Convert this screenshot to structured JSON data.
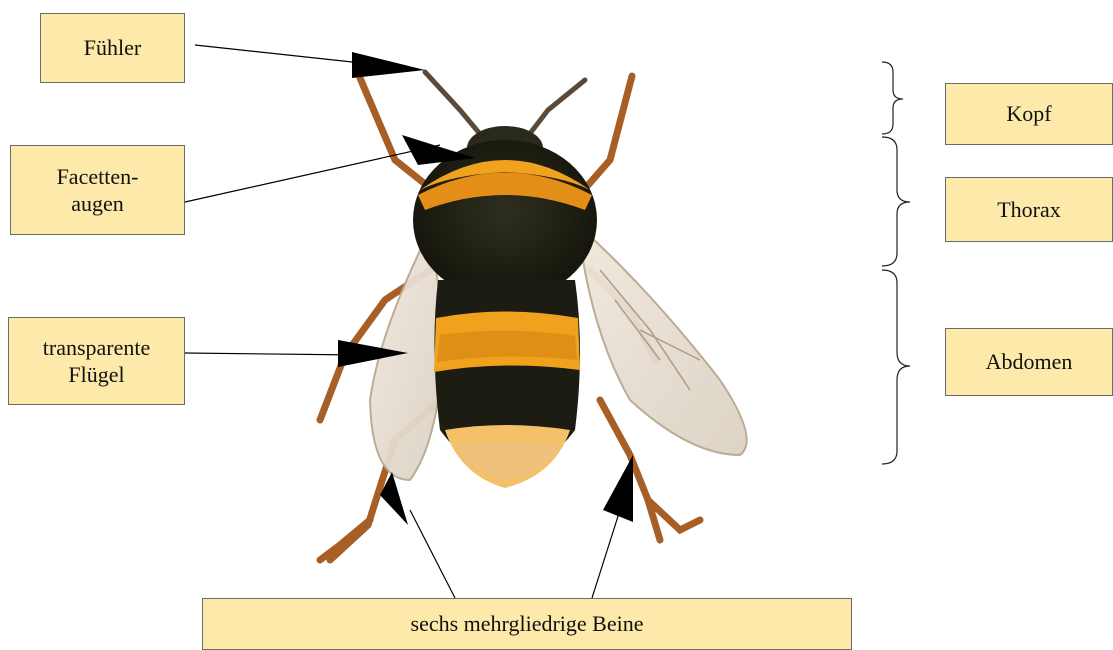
{
  "labels": {
    "antenna": "Fühler",
    "eyes": "Facetten-\naugen",
    "wings": "transparente\nFlügel",
    "head": "Kopf",
    "thorax": "Thorax",
    "abdomen": "Abdomen",
    "legs": "sechs mehrgliedrige Beine"
  },
  "colors": {
    "label_fill": "#fde9a9",
    "label_border": "#6b6b6b",
    "arrow": "#000000",
    "bee_black": "#1f1f14",
    "bee_yellow": "#f0a11e",
    "bee_leg": "#b0662a",
    "wing": "#e9e1d6"
  }
}
